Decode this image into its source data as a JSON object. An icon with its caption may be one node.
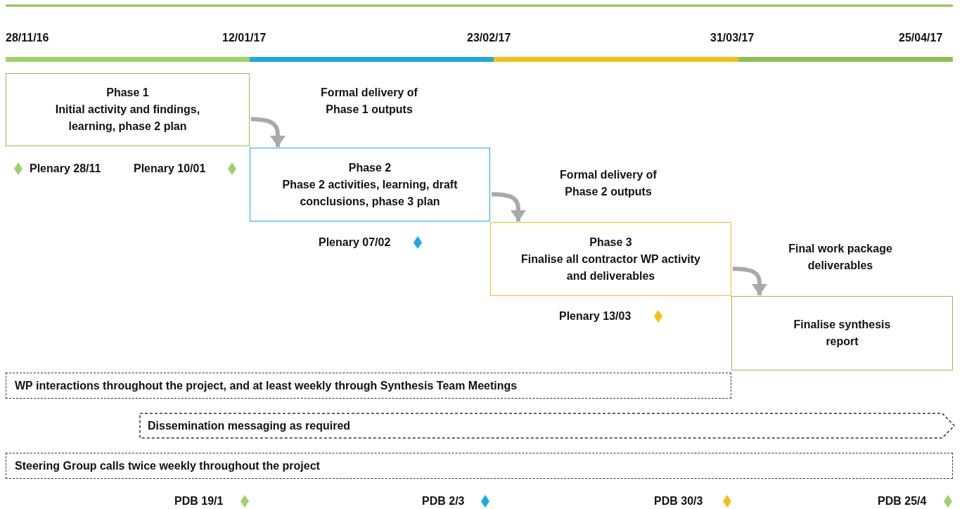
{
  "diagram": {
    "nodes": [
      {
        "text": [
          "Phase 1",
          "Initial activity and findings, learning, phase 2 plan"
        ]
      },
      {
        "text": [
          "Phase 2",
          "Phase 2 activities, learning, draft conclusions, phase 3 plan"
        ]
      },
      {
        "text": [
          "Phase 3",
          "Finalise all contractor WP activity and deliverables"
        ]
      },
      {
        "text": [
          "Finalise synthesis report"
        ]
      },
      {
        "text": [
          "WP interactions throughout the project, and at least weekly through Synthesis Team Meetings"
        ]
      },
      {
        "text": [
          "Dissemination messaging as required"
        ]
      },
      {
        "text": [
          "Steering Group calls twice weekly throughout the project"
        ]
      }
    ],
    "edges": [
      {
        "from": 0,
        "to": 1,
        "arrow": "to",
        "label": "Formal delivery of Phase 1 outputs"
      },
      {
        "from": 1,
        "to": 2,
        "arrow": "to",
        "label": "Formal delivery of Phase 2 outputs"
      },
      {
        "from": 2,
        "to": 3,
        "arrow": "to",
        "label": "Final work package deliverables"
      }
    ],
    "labels": [
      "28/11/16",
      "12/01/17",
      "23/02/17",
      "31/03/17",
      "25/04/17",
      "Plenary 28/11",
      "Plenary 10/01",
      "Plenary 07/02",
      "Plenary 13/03",
      "PDB 19/1",
      "PDB 2/3",
      "PDB 30/3",
      "PDB 25/4"
    ]
  }
}
